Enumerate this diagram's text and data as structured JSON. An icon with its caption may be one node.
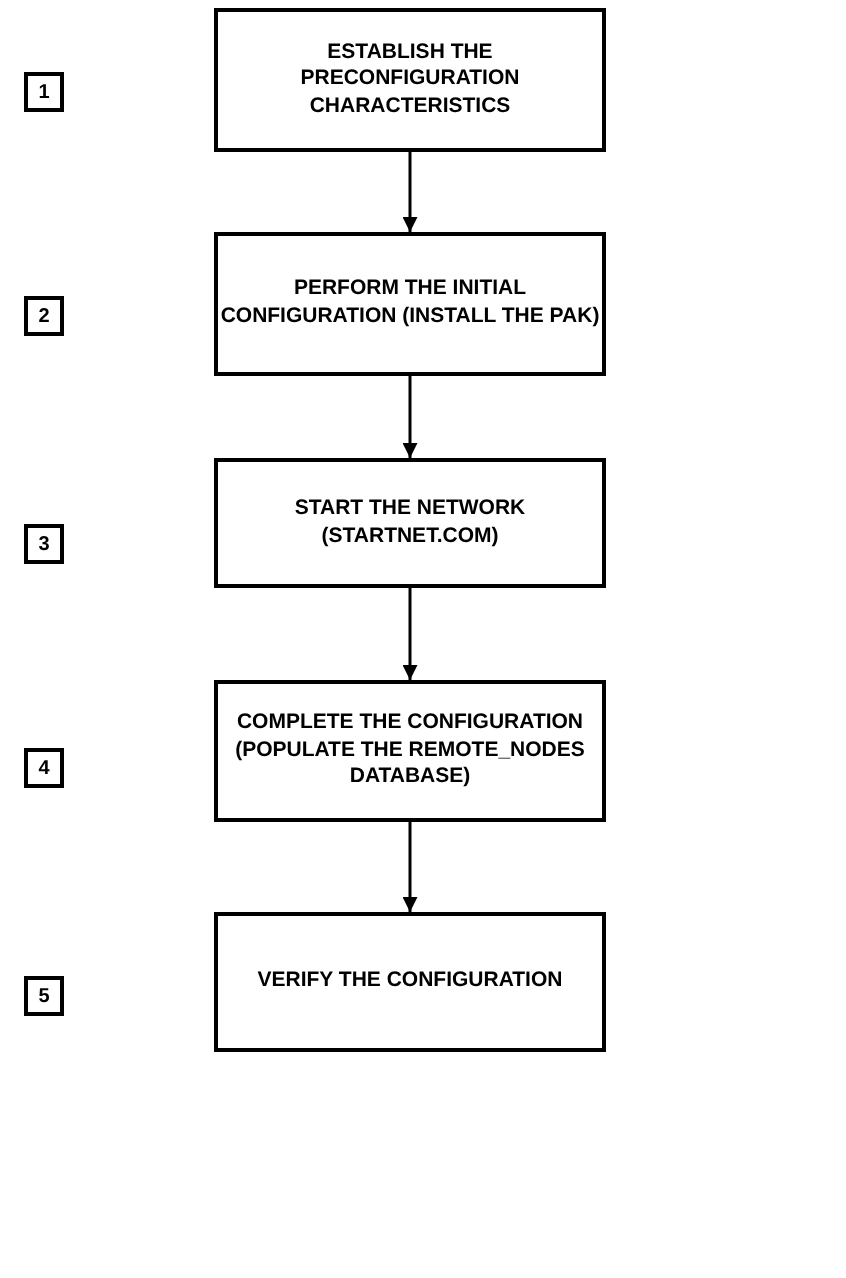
{
  "diagram": {
    "nodes": [
      {
        "text": [
          "1"
        ]
      },
      {
        "text": [
          "ESTABLISH THE PRECONFIGURATION CHARACTERISTICS"
        ]
      },
      {
        "text": [
          "2"
        ]
      },
      {
        "text": [
          "PERFORM THE INITIAL CONFIGURATION (INSTALL THE PAK)"
        ]
      },
      {
        "text": [
          "3"
        ]
      },
      {
        "text": [
          "START THE NETWORK (STARTNET.COM)"
        ]
      },
      {
        "text": [
          "4"
        ]
      },
      {
        "text": [
          "COMPLETE THE CONFIGURATION (POPULATE THE REMOTE_NODES DATABASE)"
        ]
      },
      {
        "text": [
          "5"
        ]
      },
      {
        "text": [
          "VERIFY THE CONFIGURATION"
        ]
      }
    ],
    "edges": [
      {
        "from": 1,
        "to": 3,
        "arrow": "to"
      },
      {
        "from": 3,
        "to": 5,
        "arrow": "to"
      },
      {
        "from": 5,
        "to": 7,
        "arrow": "to"
      },
      {
        "from": 7,
        "to": 9,
        "arrow": "to"
      }
    ]
  }
}
